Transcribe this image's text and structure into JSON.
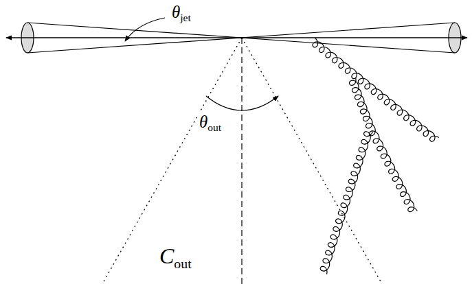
{
  "diagram": {
    "labels": [
      "θjet",
      "θout",
      "Cout"
    ]
  }
}
